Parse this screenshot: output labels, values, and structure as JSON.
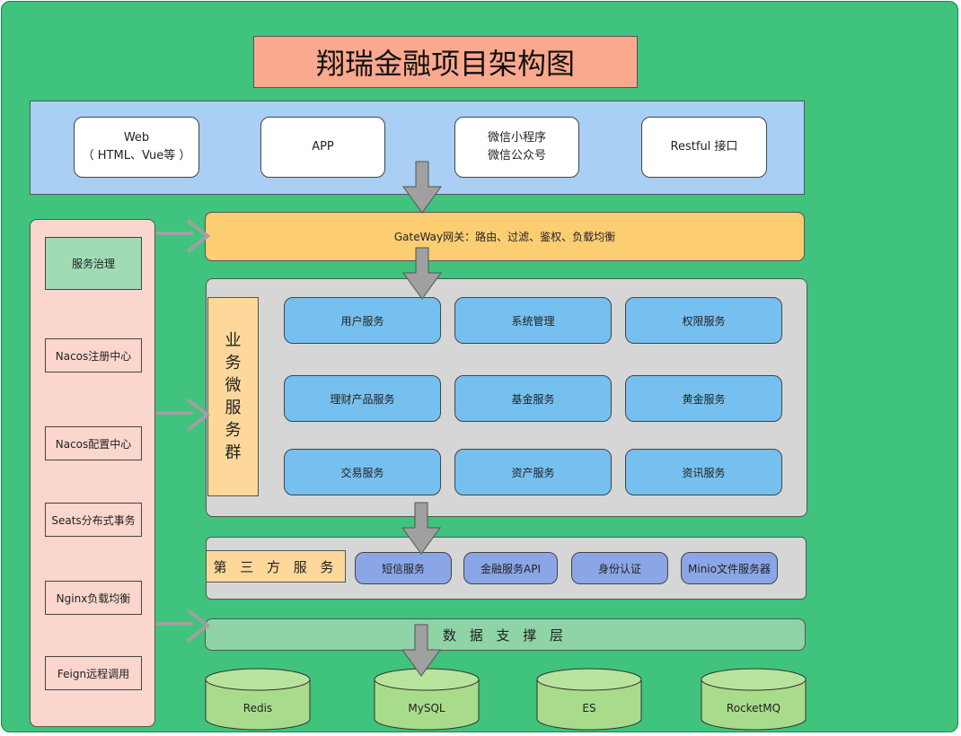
{
  "title": "翔瑞金融项目架构图",
  "clients": [
    {
      "line1": "Web",
      "line2": "（ HTML、Vue等 ）"
    },
    {
      "line1": "APP",
      "line2": ""
    },
    {
      "line1": "微信小程序",
      "line2": "微信公众号"
    },
    {
      "line1": "Restful 接口",
      "line2": ""
    }
  ],
  "gateway": "GateWay网关：路由、过滤、鉴权、负载均衡",
  "left_panel": [
    "服务治理",
    "Nacos注册中心",
    "Nacos配置中心",
    "Seats分布式事务",
    "Nginx负载均衡",
    "Feign远程调用"
  ],
  "biz_label": [
    "业",
    "务",
    "微",
    "服",
    "务",
    "群"
  ],
  "services": [
    "用户服务",
    "系统管理",
    "权限服务",
    "理财产品服务",
    "基金服务",
    "黄金服务",
    "交易服务",
    "资产服务",
    "资讯服务"
  ],
  "third_party": {
    "label": "第 三 方 服 务",
    "items": [
      "短信服务",
      "金融服务API",
      "身份认证",
      "Minio文件服务器"
    ]
  },
  "data_layer": "数 据 支 撑 层",
  "databases": [
    "Redis",
    "MySQL",
    "ES",
    "RocketMQ"
  ],
  "colors": {
    "background": "#3fc37d",
    "title": "#fba98e",
    "client_band": "#a9cff4",
    "gateway": "#fdcd72",
    "left_panel": "#fad6cc",
    "service": "#76c0f0",
    "third_service": "#8aa6e6",
    "data_layer": "#8ed4a6",
    "database": "#a8dc8a",
    "arrow": "#a0a0a0"
  }
}
